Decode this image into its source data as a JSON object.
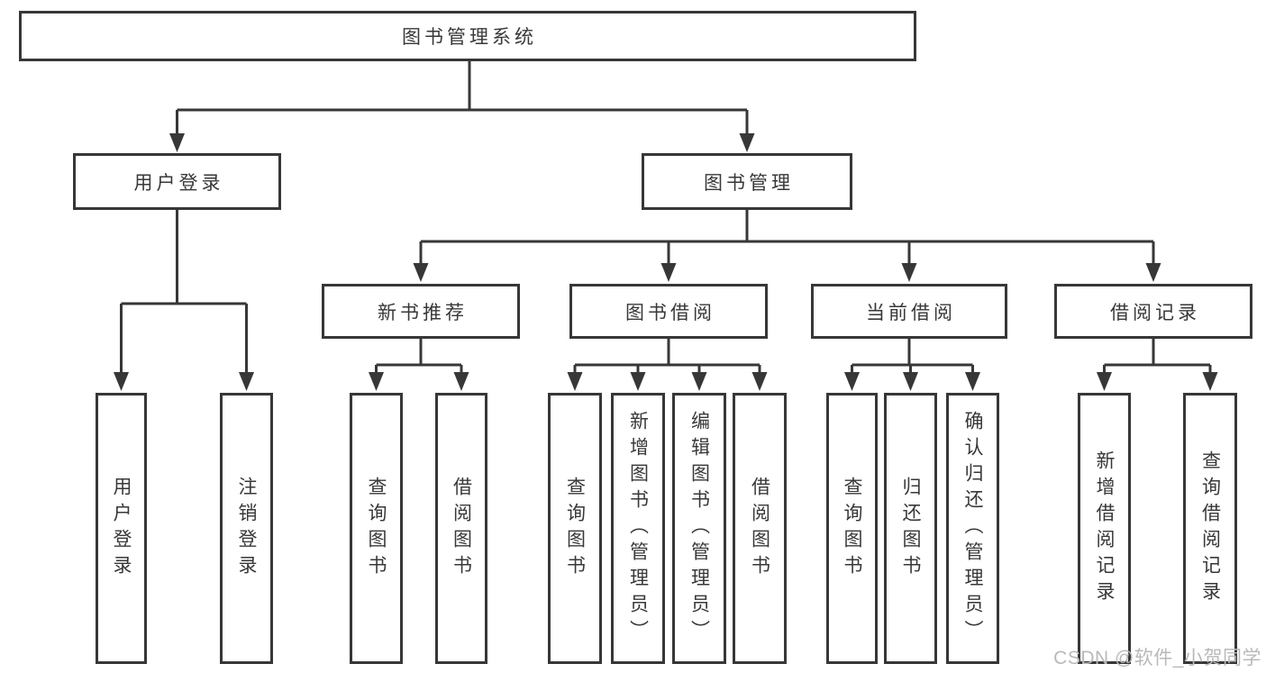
{
  "colors": {
    "line": "#373737",
    "text": "#383838",
    "background": "#ffffff",
    "watermark": "#b9b9b9"
  },
  "watermark": {
    "text": "CSDN @软件_小贺同学"
  },
  "tree": {
    "root": "图书管理系统",
    "branches": [
      {
        "label": "用户登录",
        "children": [
          "用户登录",
          "注销登录"
        ]
      },
      {
        "label": "图书管理",
        "groups": [
          {
            "label": "新书推荐",
            "children": [
              "查询图书",
              "借阅图书"
            ]
          },
          {
            "label": "图书借阅",
            "children": [
              "查询图书",
              "新增图书（管理员）",
              "编辑图书（管理员）",
              "借阅图书"
            ]
          },
          {
            "label": "当前借阅",
            "children": [
              "查询图书",
              "归还图书",
              "确认归还（管理员）"
            ]
          },
          {
            "label": "借阅记录",
            "children": [
              "新增借阅记录",
              "查询借阅记录"
            ]
          }
        ]
      }
    ]
  }
}
